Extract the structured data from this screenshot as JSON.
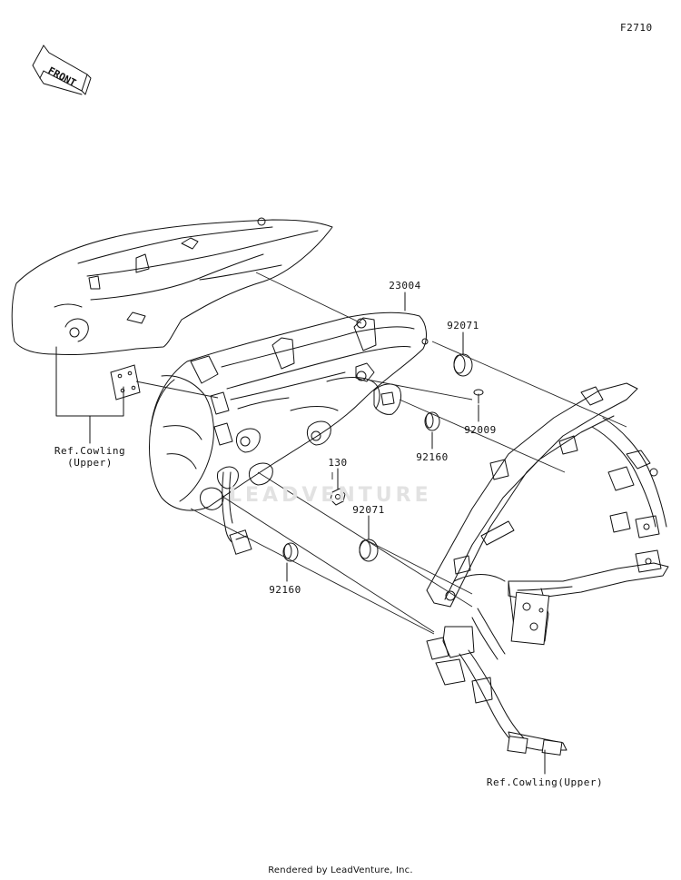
{
  "figure_code": "F2710",
  "front_badge": "FRONT",
  "watermark": "LEADVENTURE",
  "callouts": {
    "p23004": "23004",
    "p92071_top": "92071",
    "p92009": "92009",
    "p92160_mid": "92160",
    "p130": "130",
    "p92071_low": "92071",
    "p92160_low": "92160",
    "ref_cowling_left_1": "Ref.Cowling",
    "ref_cowling_left_2": "(Upper)",
    "ref_cowling_right": "Ref.Cowling(Upper)"
  },
  "footer": "Rendered by LeadVenture, Inc."
}
